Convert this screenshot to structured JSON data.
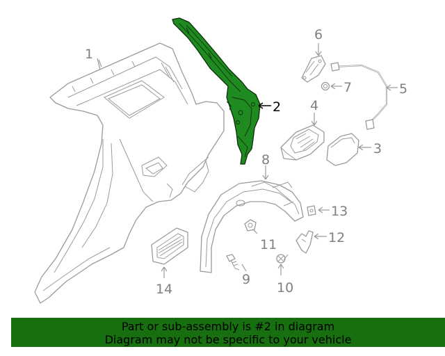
{
  "callouts": {
    "c1": "1",
    "c2": "2",
    "c3": "3",
    "c4": "4",
    "c5": "5",
    "c6": "6",
    "c7": "7",
    "c8": "8",
    "c9": "9",
    "c10": "10",
    "c11": "11",
    "c12": "12",
    "c13": "13",
    "c14": "14"
  },
  "highlighted_part": "2",
  "highlight_color": "#1f8a1f",
  "banner": {
    "line1": "Part or sub-assembly is #2 in diagram",
    "line2": "Diagram may not be specific to your vehicle",
    "background": "#176f0f"
  }
}
